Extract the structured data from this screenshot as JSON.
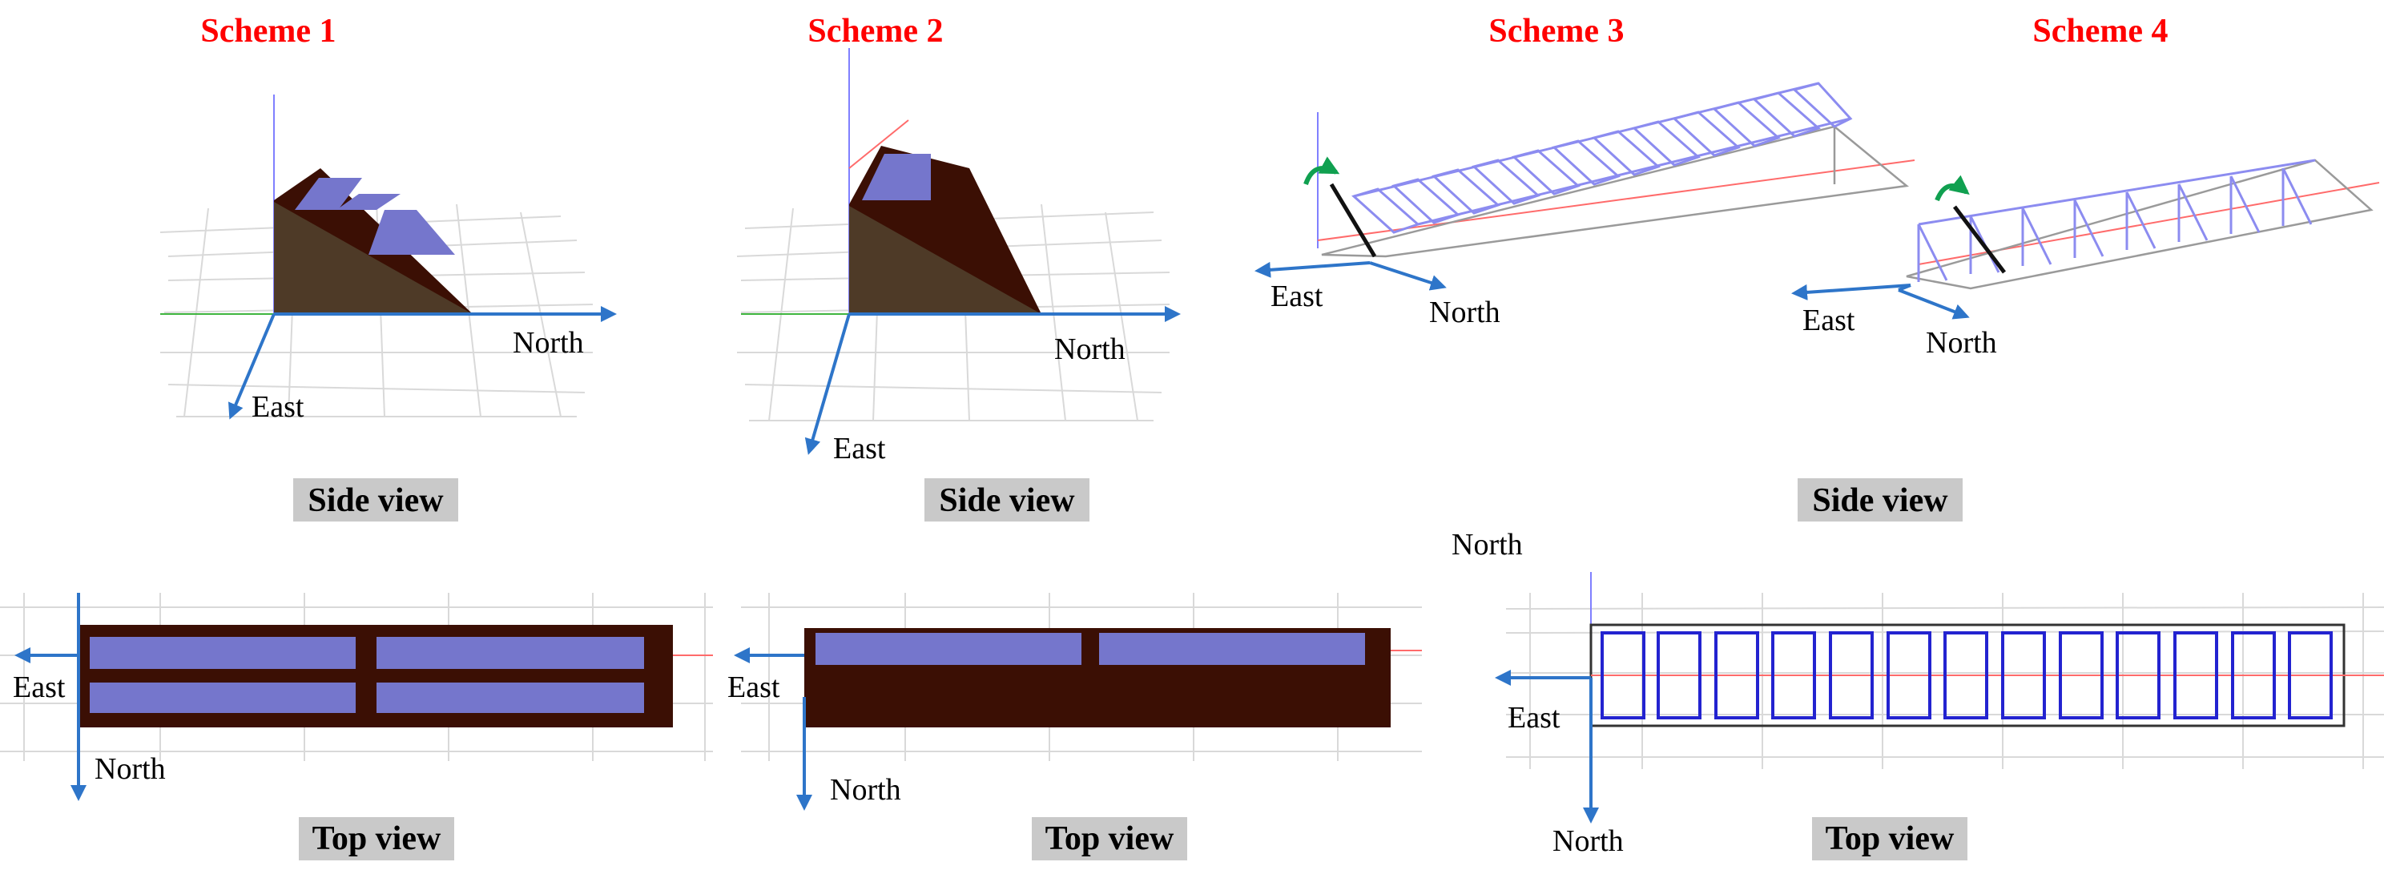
{
  "schemes": [
    {
      "title": "Scheme 1"
    },
    {
      "title": "Scheme 2"
    },
    {
      "title": "Scheme 3"
    },
    {
      "title": "Scheme 4"
    }
  ],
  "axis_labels": {
    "north": "North",
    "east": "East"
  },
  "view_labels": {
    "side_view": "Side view",
    "top_view": "Top view"
  },
  "colors": {
    "title_red": "#ff0000",
    "structure_brown": "#3b0f04",
    "panel_blue": "#7576cc",
    "axis_blue": "#2e75c9",
    "label_bg": "#c9c9c9",
    "rotation_green": "#10a050"
  }
}
